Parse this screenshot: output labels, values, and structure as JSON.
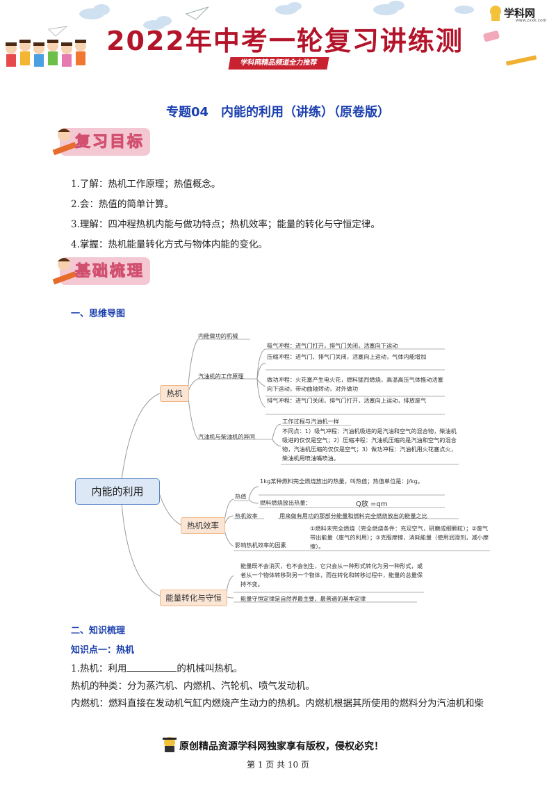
{
  "banner": {
    "title": "2022年中考一轮复习讲练测",
    "subtitle": "学科网精品频道全力推荐",
    "logo": "学科网",
    "logo_url": "www.zxxk.com"
  },
  "doc_title": "专题04　内能的利用（讲练）（原卷版）",
  "section1": {
    "badge": "复习目标",
    "items": [
      "1.了解：热机工作原理；热值概念。",
      "2.会：热值的简单计算。",
      "3.理解：四冲程热机内能与做功特点；热机效率；能量的转化与守恒定律。",
      "4.掌握：热机能量转化方式与物体内能的变化。"
    ]
  },
  "section2": {
    "badge": "基础梳理",
    "heading1": "一、思维导图"
  },
  "mindmap": {
    "root": "内能的利用",
    "heat_engine": "热机",
    "efficiency": "热机效率",
    "conservation": "能量转化与守恒",
    "n_workdone": "内能做功的机械",
    "n_gasoline_cycle": "汽油机的工作原理",
    "n_compare": "汽油机与柴油机的异同",
    "intake": "吸气冲程：进气门打开，排气门关闭，活塞向下运动",
    "compress": "压缩冲程：进气门、排气门关闭，活塞向上运动，气体内能增加",
    "power": "做功冲程：火花塞产生电火花，燃料猛烈燃烧，高温高压气体推动活塞向下运动，带动曲轴转动，对外做功",
    "exhaust": "排气冲程：进气门关闭，排气门打开，活塞向上运动，排放废气",
    "same": "工作过程与汽油机一样",
    "diff": "不同点：1）吸气冲程：汽油机吸进的是汽油和空气的混合物，柴油机吸进的仅仅是空气；2）压缩冲程：汽油机压缩的是汽油和空气的混合物，汽油机压缩的仅仅是空气；3）做功冲程：汽油机用火花塞点火，柴油机用喷油嘴喷油。",
    "calorific": "热值",
    "calorific_def": "1kg某种燃料完全燃烧放出的热量，叫热值；热值单位是：J/kg。",
    "heat_released": "燃料燃烧放出热量：",
    "formula": "Q放 =qm",
    "eff_label": "热机效率",
    "eff_def": "用来做有用功的那部分能量和燃料完全燃烧放出的能量之比",
    "factors_label": "影响热机效率的因素",
    "factors": "①燃料未完全燃烧（完全燃烧条件：充足空气，研磨成细颗粒）；②废气带出能量（废气的利用）；③克服摩擦，消耗能量（使用润滑剂，减小摩擦）。",
    "cons1": "能量既不会消灭，也不会创生，它只会从一种形式转化为另一种形式，或者从一个物体转移到另一个物体，而在转化和转移过程中，能量的总量保持不变。",
    "cons2": "能量守恒定律是自然界最主要、最普遍的基本定律"
  },
  "section3": {
    "heading": "二、知识梳理",
    "kp1": "知识点一：热机",
    "line1_a": "1.热机：利用",
    "line1_b": "的机械叫热机。",
    "line2": "热机的种类：分为蒸汽机、内燃机、汽轮机、喷气发动机。",
    "line3": "内燃机：燃料直接在发动机气缸内燃烧产生动力的热机。内燃机根据其所使用的燃料分为汽油机和柴"
  },
  "footer": {
    "text": "原创精品资源学科网独家享有版权，侵权必究！",
    "page": "第 1 页 共 10 页"
  }
}
